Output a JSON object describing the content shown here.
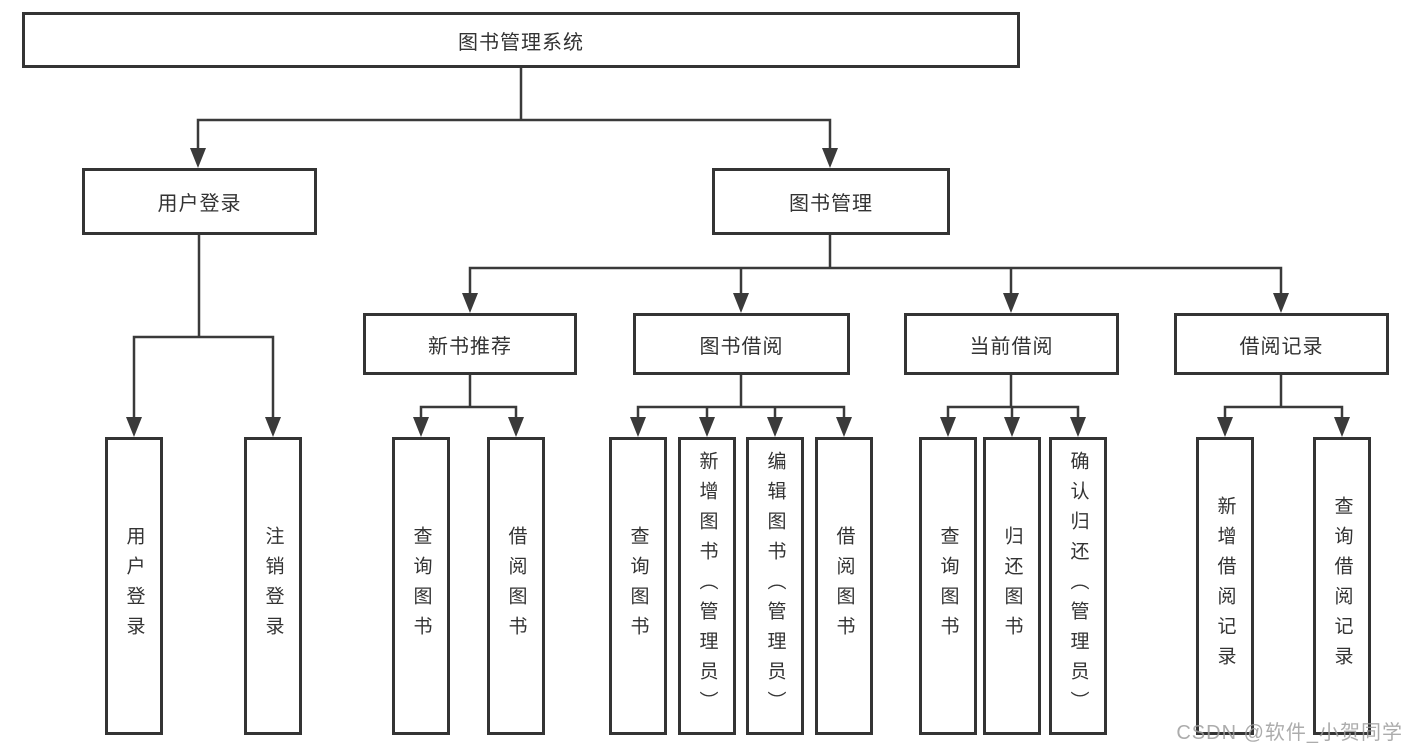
{
  "tree": {
    "root": {
      "label": "图书管理系统",
      "children": [
        {
          "label": "用户登录",
          "children": [
            {
              "label": "用户登录"
            },
            {
              "label": "注销登录"
            }
          ]
        },
        {
          "label": "图书管理",
          "children": [
            {
              "label": "新书推荐",
              "children": [
                {
                  "label": "查询图书"
                },
                {
                  "label": "借阅图书"
                }
              ]
            },
            {
              "label": "图书借阅",
              "children": [
                {
                  "label": "查询图书"
                },
                {
                  "label": "新增图书（管理员）"
                },
                {
                  "label": "编辑图书（管理员）"
                },
                {
                  "label": "借阅图书"
                }
              ]
            },
            {
              "label": "当前借阅",
              "children": [
                {
                  "label": "查询图书"
                },
                {
                  "label": "归还图书"
                },
                {
                  "label": "确认归还（管理员）"
                }
              ]
            },
            {
              "label": "借阅记录",
              "children": [
                {
                  "label": "新增借阅记录"
                },
                {
                  "label": "查询借阅记录"
                }
              ]
            }
          ]
        }
      ]
    }
  },
  "watermark": {
    "text": "CSDN @软件_小贺同学"
  },
  "colors": {
    "line": "#3a3a3a",
    "box_border": "#343434",
    "text": "#333333",
    "background": "#ffffff",
    "watermark": "#9e9e9e"
  }
}
